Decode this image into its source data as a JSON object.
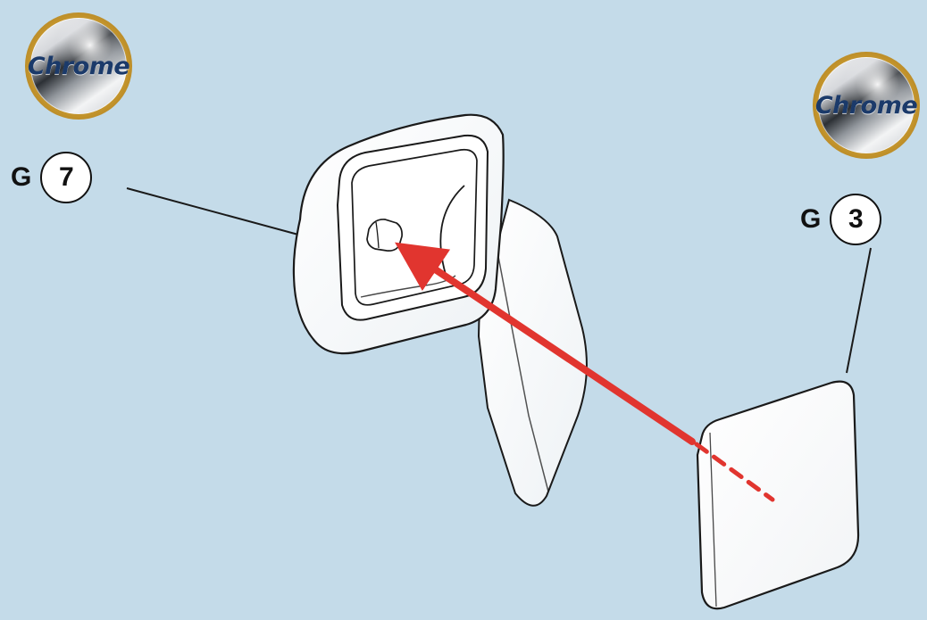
{
  "badges": [
    {
      "label": "Chrome"
    },
    {
      "label": "Chrome"
    }
  ],
  "callouts": [
    {
      "prefix": "G",
      "number": "7"
    },
    {
      "prefix": "G",
      "number": "3"
    }
  ],
  "colors": {
    "background": "#c4dbe9",
    "arrow": "#e1352f",
    "outline": "#1a1a1a",
    "part_fill": "#ffffff"
  }
}
